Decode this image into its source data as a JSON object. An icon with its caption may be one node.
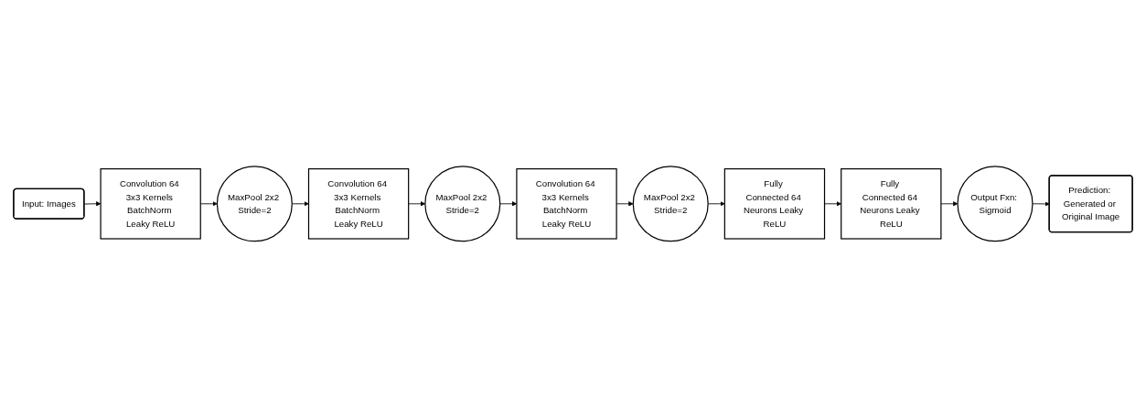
{
  "diagram": {
    "nodes": [
      {
        "text": [
          "Input: Images"
        ]
      },
      {
        "text": [
          "Convolution 64 3x3 Kernels BatchNorm Leaky ReLU"
        ]
      },
      {
        "text": [
          "MaxPool 2x2 Stride=2"
        ]
      },
      {
        "text": [
          "Convolution 64 3x3 Kernels BatchNorm Leaky ReLU"
        ]
      },
      {
        "text": [
          "MaxPool 2x2 Stride=2"
        ]
      },
      {
        "text": [
          "Convolution 64 3x3 Kernels BatchNorm Leaky ReLU"
        ]
      },
      {
        "text": [
          "MaxPool 2x2 Stride=2"
        ]
      },
      {
        "text": [
          "Fully Connected 64 Neurons Leaky ReLU"
        ]
      },
      {
        "text": [
          "Fully Connected 64 Neurons Leaky ReLU"
        ]
      },
      {
        "text": [
          "Output Fxn: Sigmoid"
        ]
      },
      {
        "text": [
          "Prediction: Generated or Original Image"
        ]
      }
    ],
    "edges": [
      {
        "from": 0,
        "to": 1,
        "arrow": "to"
      },
      {
        "from": 1,
        "to": 2,
        "arrow": "to"
      },
      {
        "from": 2,
        "to": 3,
        "arrow": "to"
      },
      {
        "from": 3,
        "to": 4,
        "arrow": "to"
      },
      {
        "from": 4,
        "to": 5,
        "arrow": "to"
      },
      {
        "from": 5,
        "to": 6,
        "arrow": "to"
      },
      {
        "from": 6,
        "to": 7,
        "arrow": "to"
      },
      {
        "from": 7,
        "to": 8,
        "arrow": "to"
      },
      {
        "from": 8,
        "to": 9,
        "arrow": "to"
      },
      {
        "from": 9,
        "to": 10,
        "arrow": "to"
      }
    ]
  }
}
